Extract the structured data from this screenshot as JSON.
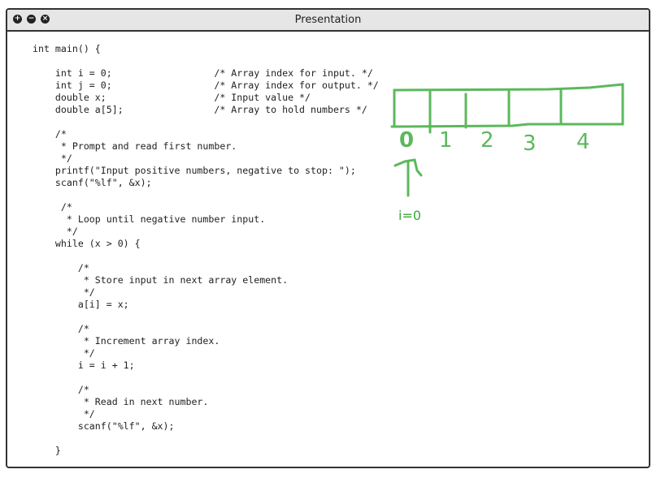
{
  "window": {
    "title": "Presentation",
    "controls": [
      "plus-icon",
      "minus-icon",
      "close-icon"
    ]
  },
  "code_lines": [
    "int main() {",
    "",
    "    int i = 0;                  /* Array index for input. */",
    "    int j = 0;                  /* Array index for output. */",
    "    double x;                   /* Input value */",
    "    double a[5];                /* Array to hold numbers */",
    "",
    "    /*",
    "     * Prompt and read first number.",
    "     */",
    "    printf(\"Input positive numbers, negative to stop: \");",
    "    scanf(\"%lf\", &x);",
    "",
    "     /*",
    "      * Loop until negative number input.",
    "      */",
    "    while (x > 0) {",
    "",
    "        /*",
    "         * Store input in next array element.",
    "         */",
    "        a[i] = x;",
    "",
    "        /*",
    "         * Increment array index.",
    "         */",
    "        i = i + 1;",
    "",
    "        /*",
    "         * Read in next number.",
    "         */",
    "        scanf(\"%lf\", &x);",
    "",
    "    }"
  ],
  "annotation": {
    "color": "#5cb85c",
    "indices": [
      "0",
      "1",
      "2",
      "3",
      "4"
    ],
    "pointer_label": "i=0"
  }
}
